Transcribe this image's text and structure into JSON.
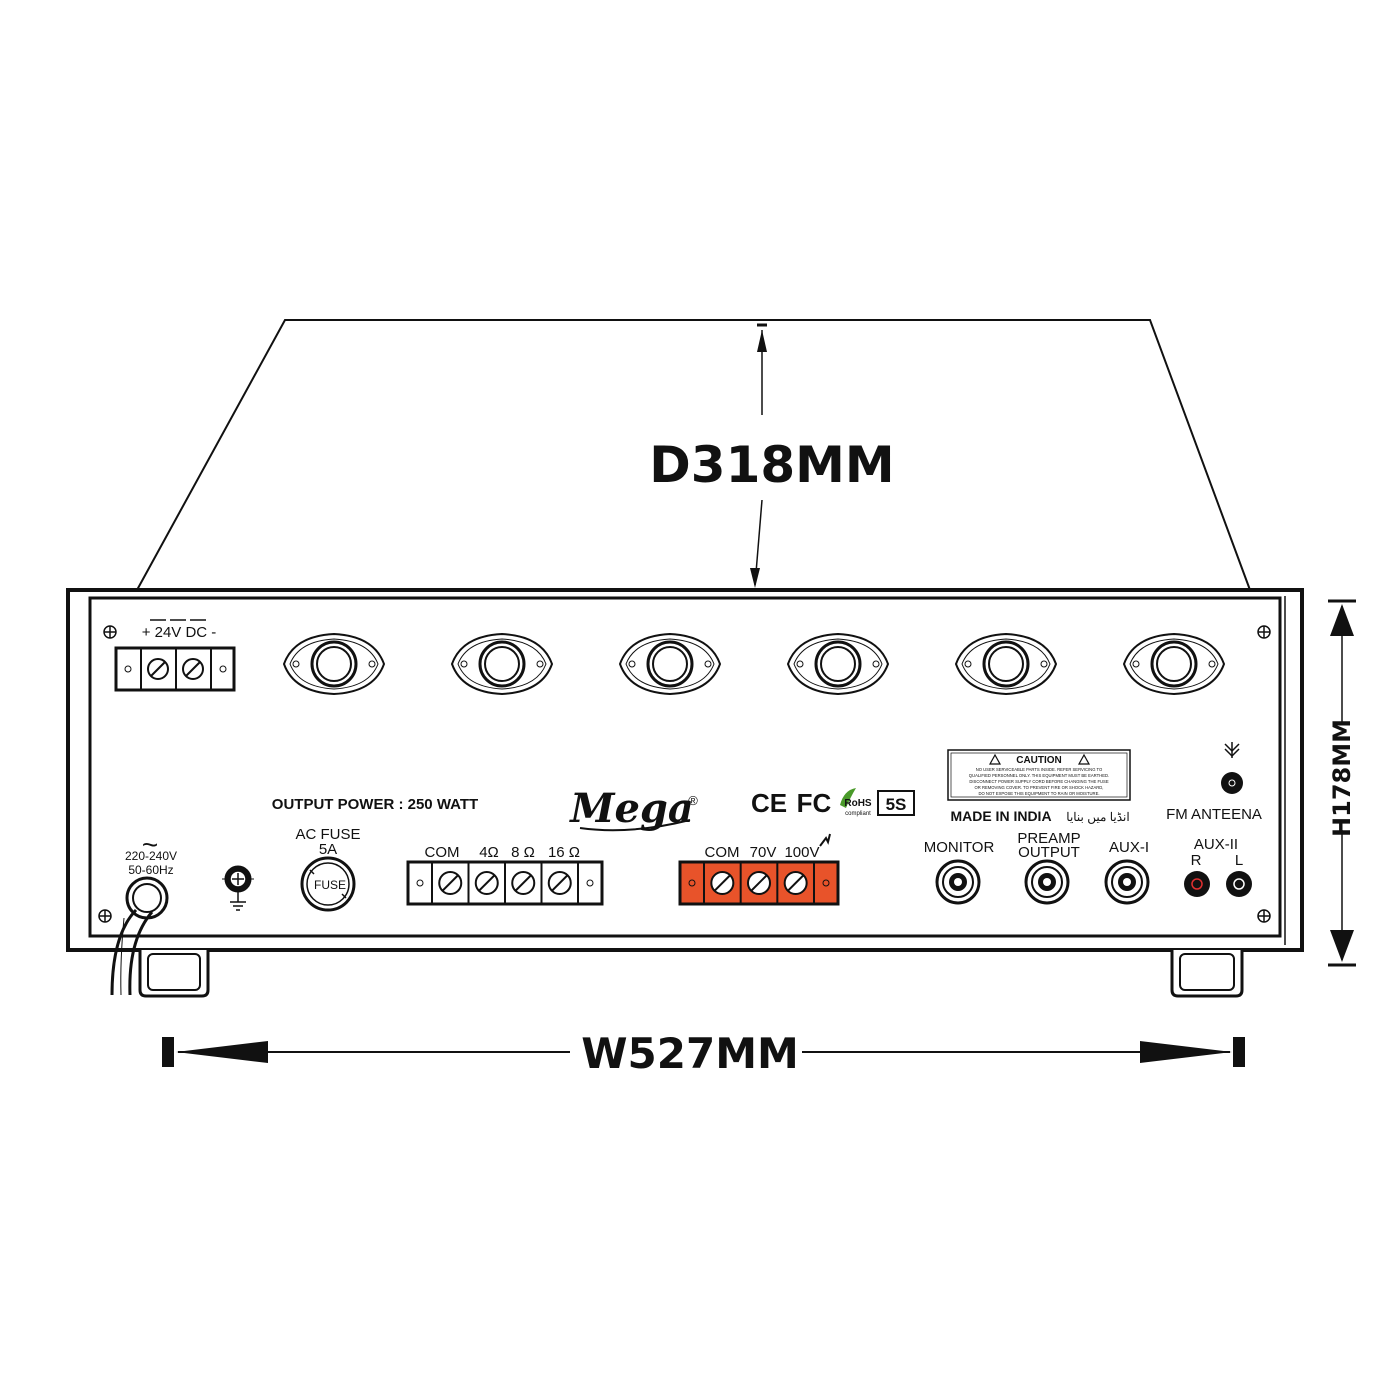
{
  "dimensions": {
    "depth": "D318MM",
    "height": "H178MM",
    "width": "W527MM"
  },
  "panel": {
    "dc_input": "+ 24V DC -",
    "output_power": "OUTPUT POWER : 250 WATT",
    "brand": "Mega",
    "registered_mark": "®",
    "certifications": {
      "ce": "CE",
      "fc": "FC",
      "rohs": "RoHS",
      "rohs_sub": "compliant",
      "five_s": "5S"
    },
    "caution": {
      "title": "CAUTION",
      "lines": [
        "NO USER SERVICEABLE PARTS INSIDE. REFER SERVICING TO",
        "QUALIFIED PERSONNEL ONLY. THIS EQUIPMENT MUST BE EARTHED.",
        "DISCONNECT POWER SUPPLY CORD BEFORE CHANGING THE FUSE",
        "OR REMOVING COVER. TO PREVENT FIRE OR SHOCK HAZARD,",
        "DO NOT EXPOSE THIS EQUIPMENT TO RAIN OR MOISTURE."
      ]
    },
    "made_in": "MADE IN INDIA",
    "made_in_urdu": "انڈیا میں بنایا",
    "fm_antenna": "FM ANTEENA",
    "ac_symbol": "~",
    "voltage": "220-240V",
    "frequency": "50-60Hz",
    "ac_fuse": "AC FUSE",
    "fuse_rating": "5A",
    "fuse_text": "FUSE",
    "speaker_terminals": [
      "COM",
      "4Ω",
      "8 Ω",
      "16 Ω"
    ],
    "line_terminals": [
      "COM",
      "70V",
      "100V"
    ],
    "monitor": "MONITOR",
    "preamp_line1": "PREAMP",
    "preamp_line2": "OUTPUT",
    "aux1": "AUX-I",
    "aux2": "AUX-II",
    "aux2_r": "R",
    "aux2_l": "L"
  },
  "colors": {
    "line_terminal_block": "#e8532a",
    "outline": "#111111"
  }
}
